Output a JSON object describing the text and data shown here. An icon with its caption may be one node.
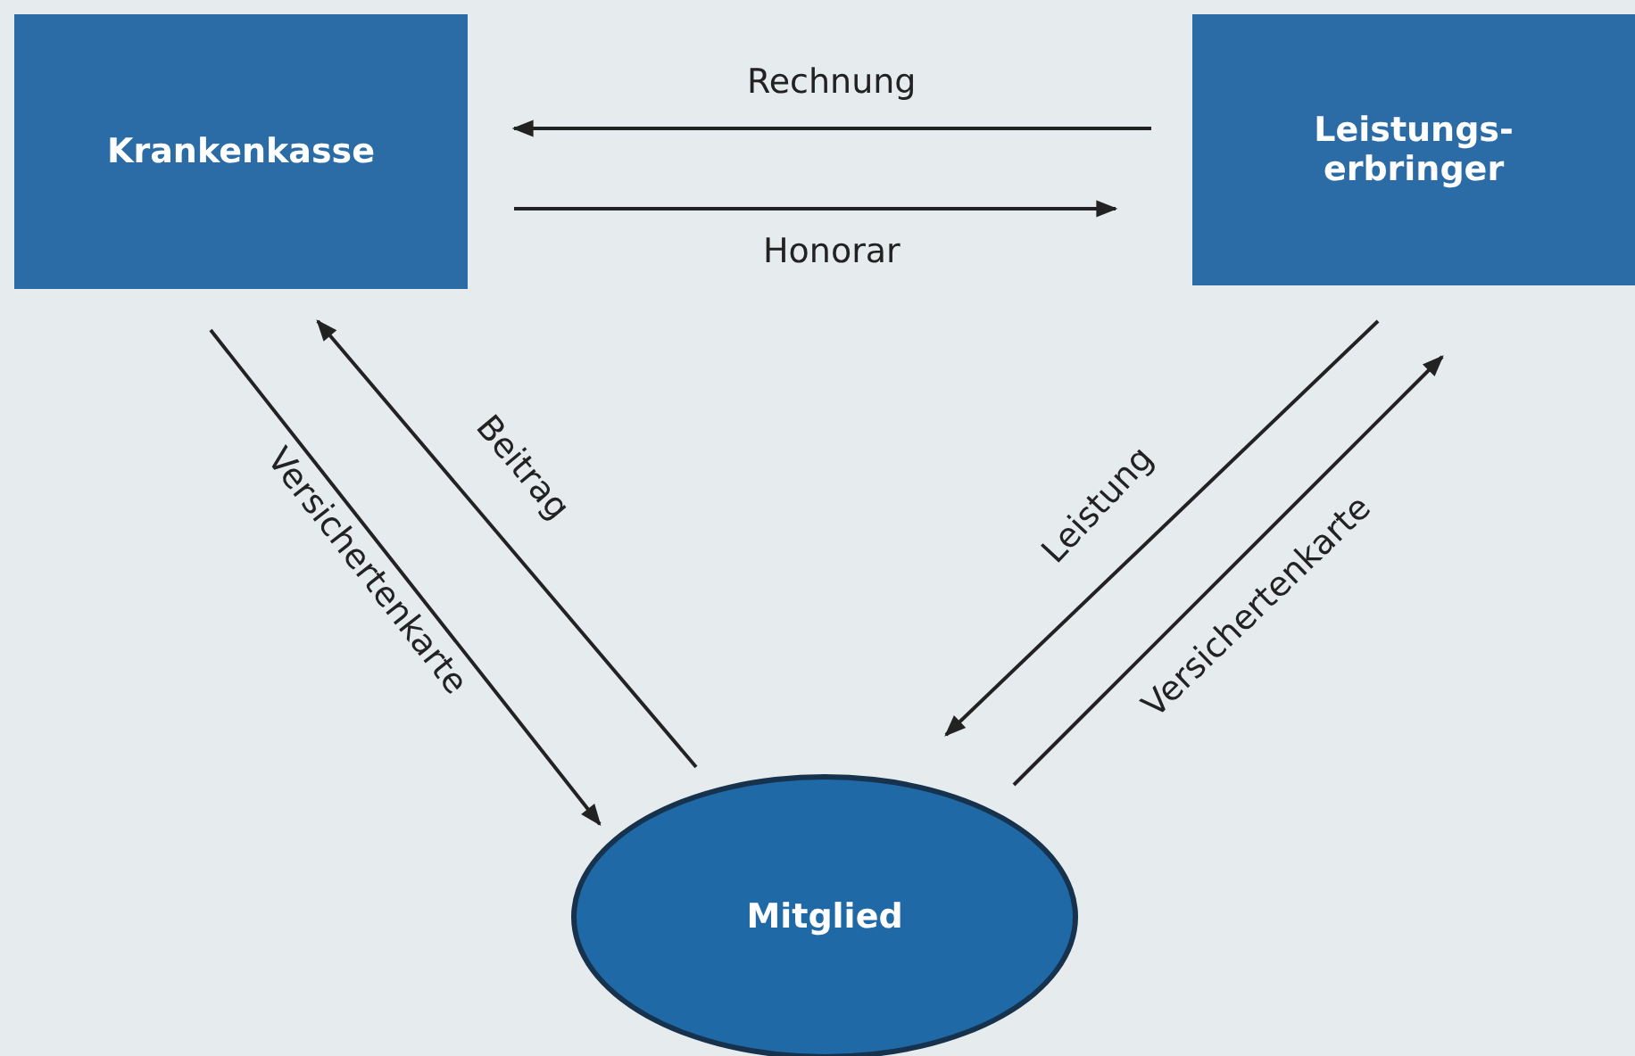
{
  "diagram": {
    "nodes": [
      {
        "text": [
          "Krankenkasse"
        ]
      },
      {
        "text": [
          "Leistungs- erbringer"
        ]
      },
      {
        "text": [
          "Mitglied"
        ]
      }
    ],
    "edges": [
      {
        "from": 1,
        "to": 0,
        "arrow": "to",
        "label": "Rechnung"
      },
      {
        "from": 0,
        "to": 1,
        "arrow": "to",
        "label": "Honorar"
      },
      {
        "from": 0,
        "to": 2,
        "arrow": "to",
        "label": "Versichertenkarte"
      },
      {
        "from": 2,
        "to": 0,
        "arrow": "to",
        "label": "Beitrag"
      },
      {
        "from": 1,
        "to": 2,
        "arrow": "to",
        "label": "Leistung"
      },
      {
        "from": 2,
        "to": 1,
        "arrow": "to",
        "label": "Versichertenkarte"
      }
    ]
  }
}
